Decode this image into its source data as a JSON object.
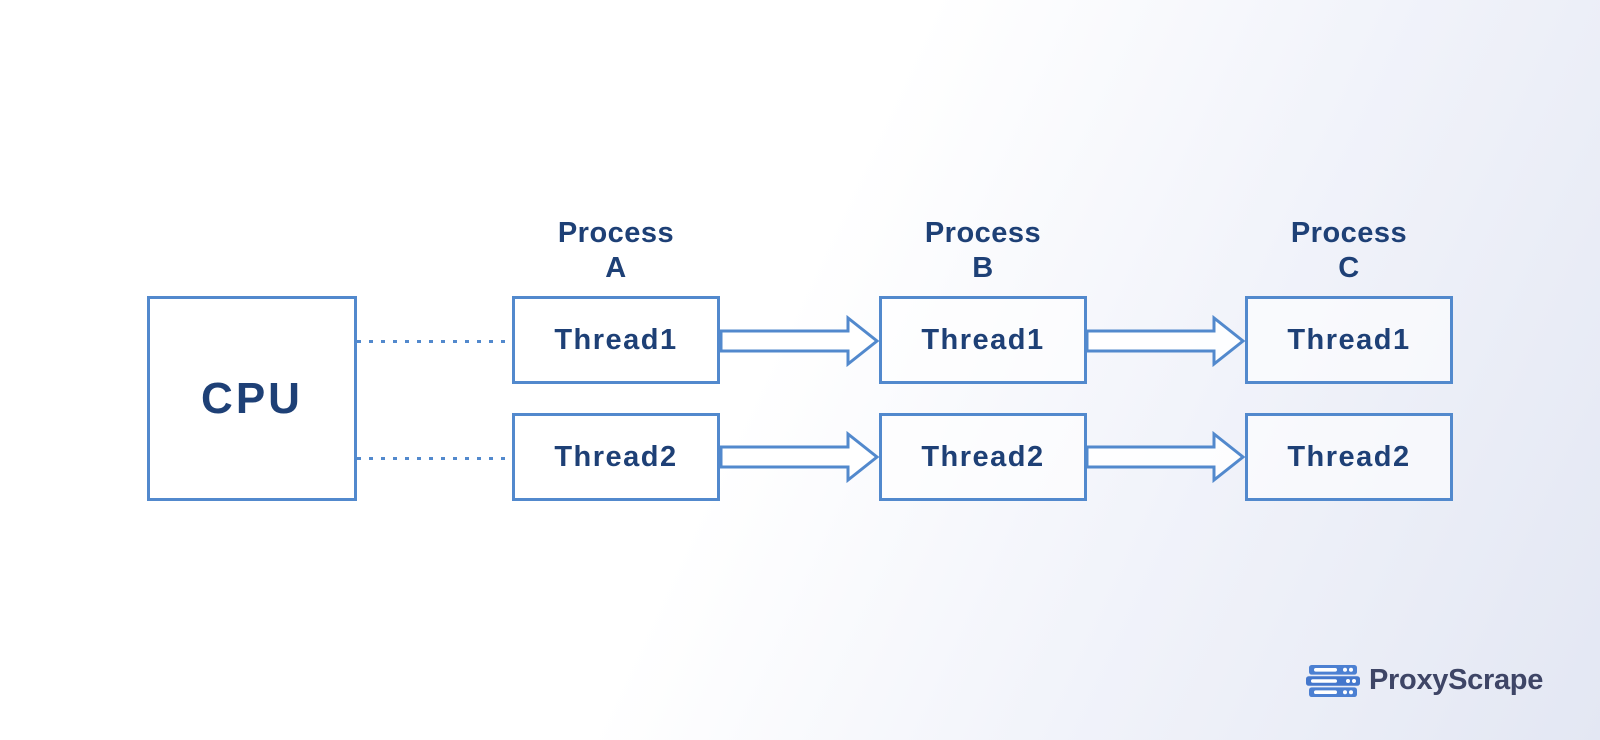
{
  "diagram": {
    "cpu": {
      "label": "CPU"
    },
    "processes": [
      {
        "title_line1": "Process",
        "title_line2": "A",
        "threads": [
          "Thread1",
          "Thread2"
        ]
      },
      {
        "title_line1": "Process",
        "title_line2": "B",
        "threads": [
          "Thread1",
          "Thread2"
        ]
      },
      {
        "title_line1": "Process",
        "title_line2": "C",
        "threads": [
          "Thread1",
          "Thread2"
        ]
      }
    ],
    "connections": {
      "cpu_to_process_a": "dashed",
      "process_a_to_b": "hollow-arrow",
      "process_b_to_c": "hollow-arrow"
    }
  },
  "logo": {
    "brand": "ProxyScrape",
    "icon": "server-stack-icon"
  },
  "colors": {
    "stroke_blue": "#5289cd",
    "text_navy": "#1e4076",
    "logo_text": "#3e4566",
    "logo_icon_blue": "#4c80d2",
    "background_from": "#ffffff",
    "background_to": "#e3e7f3"
  }
}
